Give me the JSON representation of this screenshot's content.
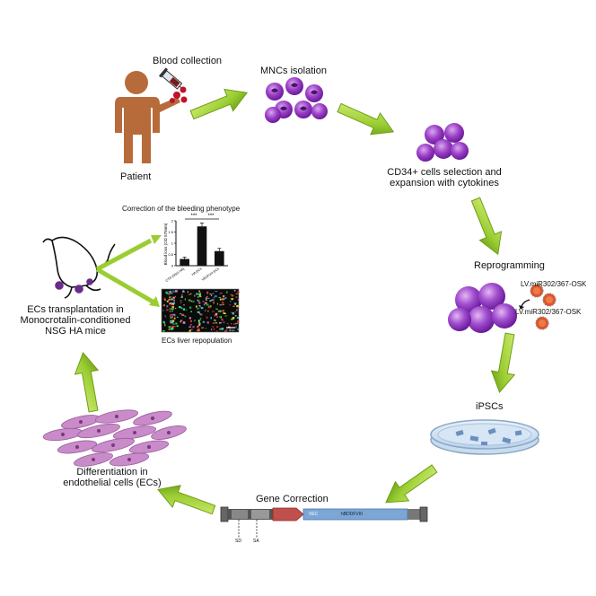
{
  "steps": {
    "blood_collection": "Blood collection",
    "patient": "Patient",
    "mncs_isolation": "MNCs isolation",
    "cd34_line1": "CD34+ cells selection and",
    "cd34_line2": "expansion with cytokines",
    "reprogramming": "Reprogramming",
    "vector_1": "LV.miR302/367-OSK",
    "vector_2": "LV.miR302/367-OSK",
    "ipscs": "iPSCs",
    "gene_correction": "Gene Correction",
    "differentiation_line1": "Differentiation in",
    "differentiation_line2": "endothelial cells (ECs)",
    "transplant_line1": "ECs transplantation in",
    "transplant_line2": "Monocrotalin-conditioned",
    "transplant_line3": "NSG HA mice",
    "correction_title": "Correction of the bleeding phenotype",
    "liver_repopulation": "ECs liver repopulation"
  },
  "construct": {
    "segment_vec": "VEC",
    "segment_fviii": "hBDDFVIII",
    "sd": "SD",
    "sa": "SA",
    "colors": {
      "vec": "#c0504d",
      "fviii": "#7ba6d6",
      "backbone": "#555555"
    }
  },
  "chart_data": {
    "type": "bar",
    "categories": [
      "CTR (NSG HA)",
      "HA ECs",
      "VECFVIII ECs"
    ],
    "values": [
      0.3,
      1.75,
      0.65
    ],
    "errors": [
      0.08,
      0.15,
      0.12
    ],
    "ylabel": "Blood loss (OD 575nm)",
    "ylim": [
      0,
      2.0
    ],
    "yticks": [
      0,
      0.5,
      1.0,
      1.5,
      2.0
    ],
    "significance": [
      "***",
      "***"
    ],
    "bar_color": "#111111"
  },
  "colors": {
    "arrow": "#9acd32",
    "arrow_dark": "#5f8f12",
    "cell": "#9b59b6",
    "cell_core": "#5b1f7a",
    "patient": "#b76b3a",
    "ec_cell": "#c98bc9",
    "virus": "#e0552a"
  }
}
